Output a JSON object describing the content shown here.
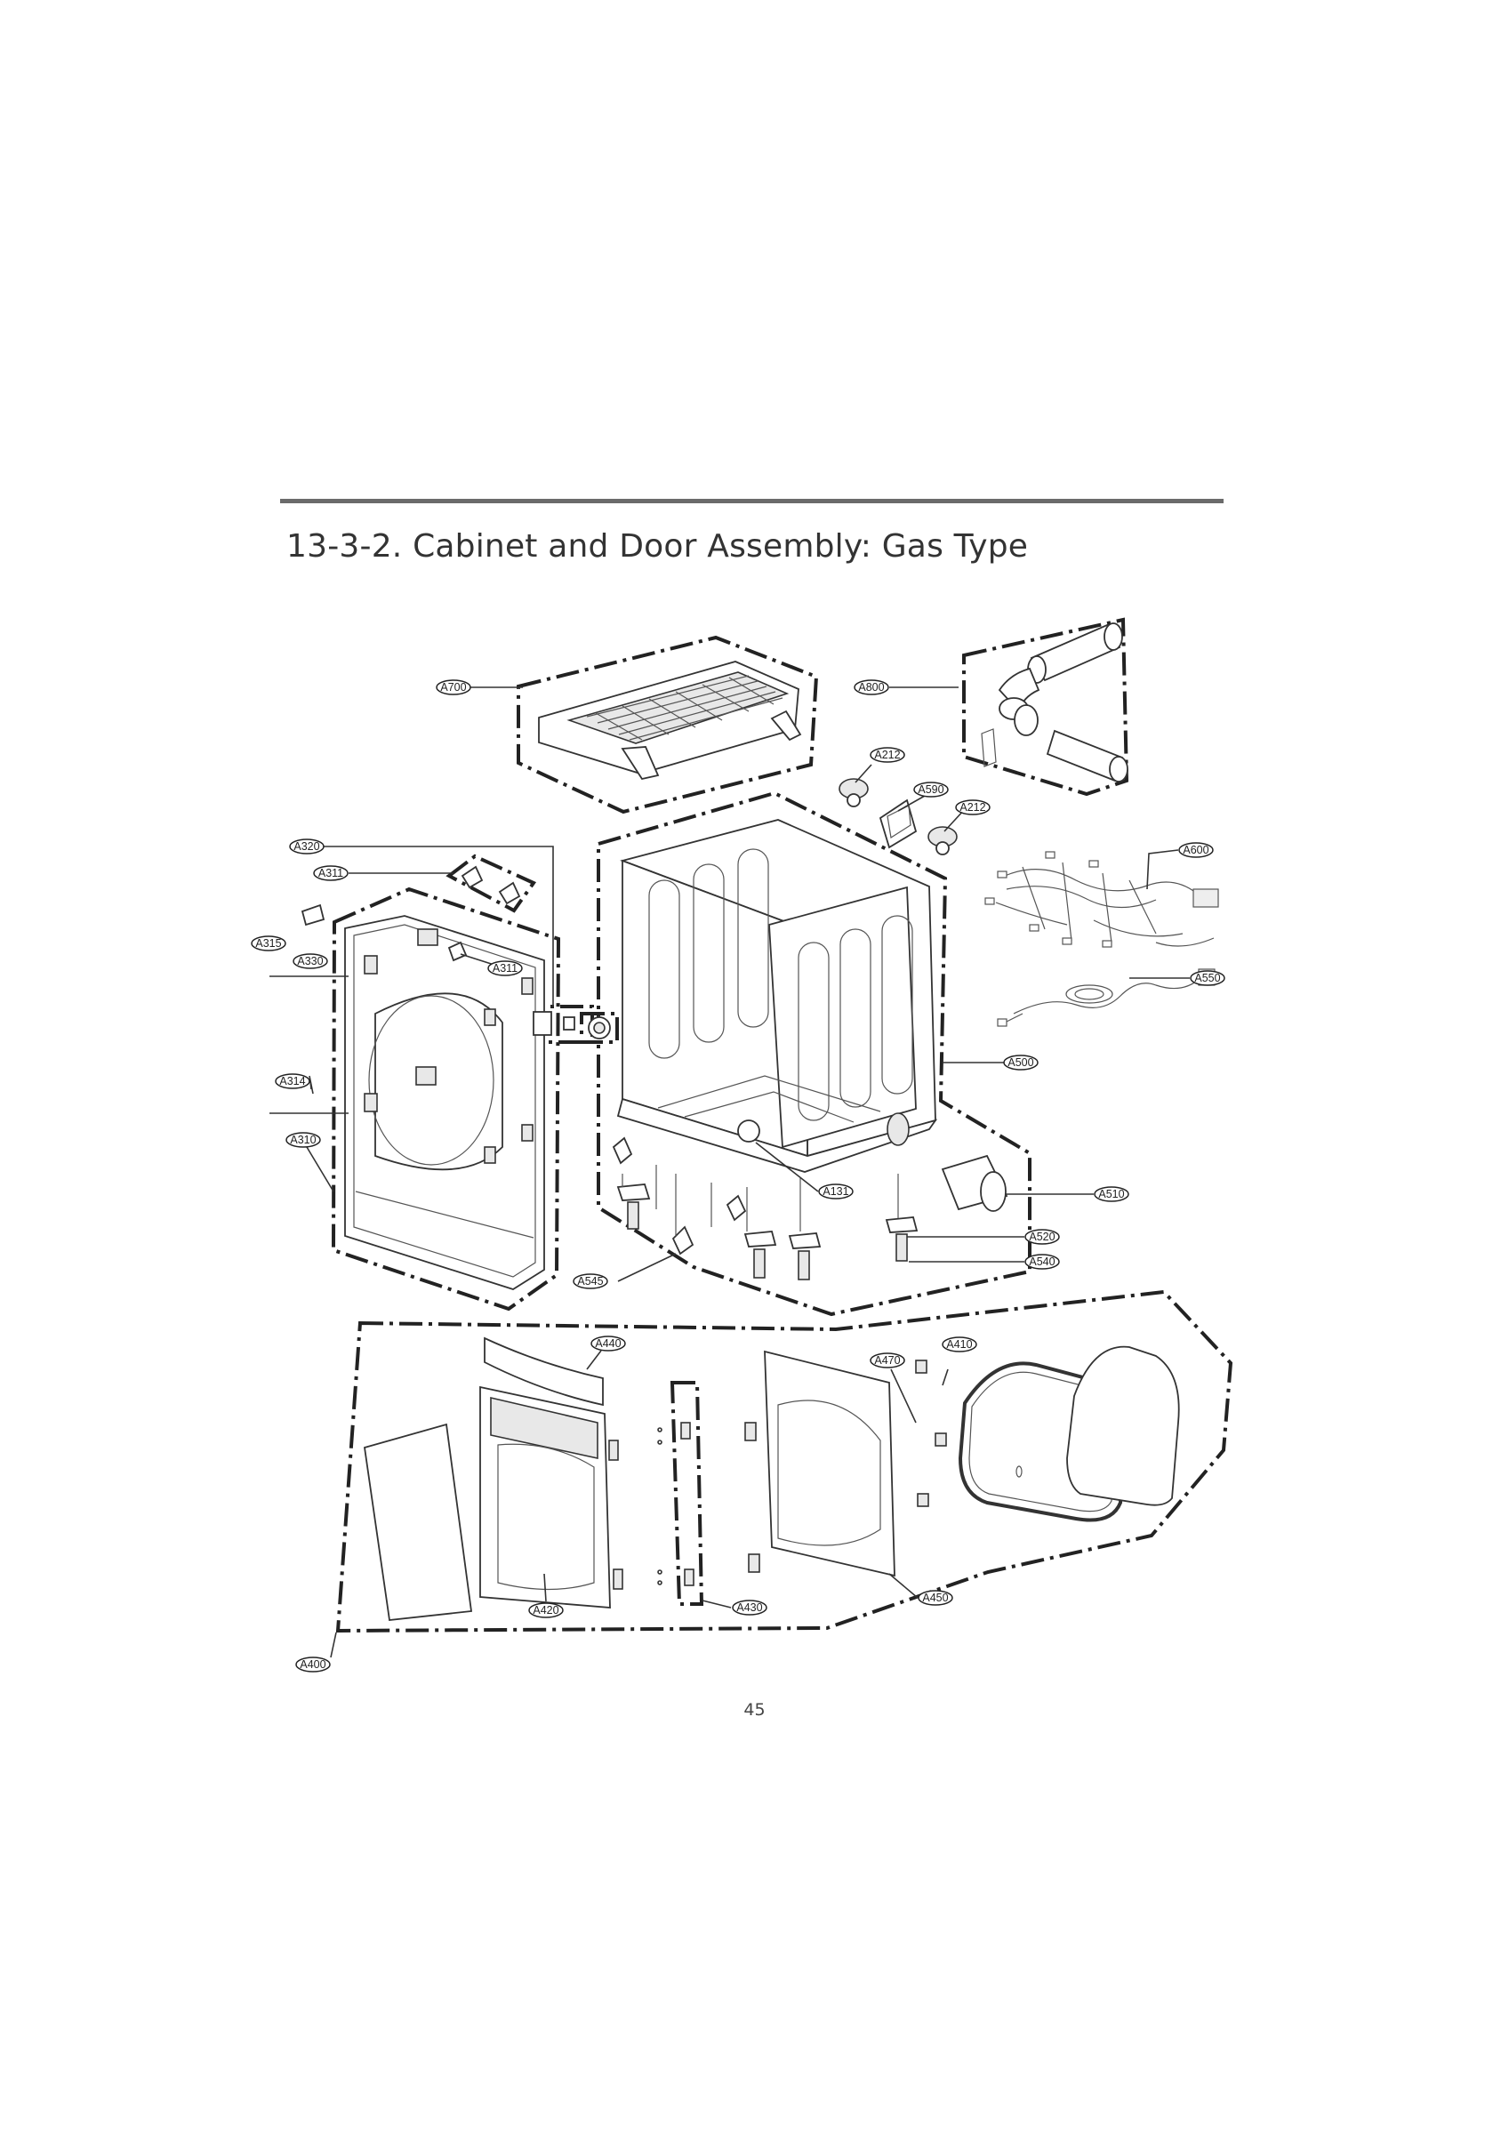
{
  "section_title": "13-3-2. Cabinet and Door Assembly: Gas Type",
  "page_number": "45",
  "callouts": {
    "a700": "A700",
    "a800": "A800",
    "a212_1": "A212",
    "a590": "A590",
    "a212_2": "A212",
    "a600": "A600",
    "a320": "A320",
    "a311_1": "A311",
    "a315": "A315",
    "a330": "A330",
    "a311_2": "A311",
    "a550": "A550",
    "a500": "A500",
    "a314": "A314",
    "a310": "A310",
    "a131": "A131",
    "a510": "A510",
    "a520": "A520",
    "a540": "A540",
    "a545": "A545",
    "a440": "A440",
    "a410": "A410",
    "a470": "A470",
    "a450": "A450",
    "a420": "A420",
    "a430": "A430",
    "a400": "A400"
  }
}
